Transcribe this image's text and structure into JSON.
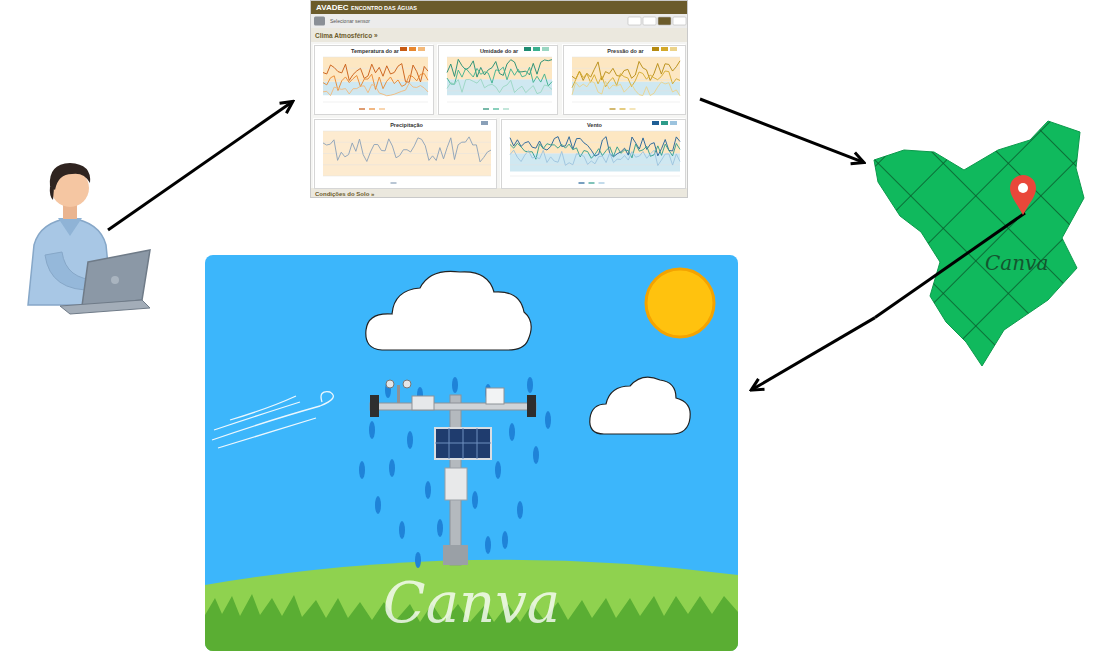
{
  "diagram": {
    "nodes": [
      {
        "text": [
          "AVADEC",
          "ENCONTRO DAS ÁGUAS",
          "Selecionar sensor",
          "Clima Atmosférico »",
          "Condições do Solo »"
        ]
      },
      {
        "text": [
          "Temperatura do ar"
        ],
        "in": 0
      },
      {
        "text": [
          "Umidade do ar"
        ],
        "in": 0
      },
      {
        "text": [
          "Pressão do ar"
        ],
        "in": 0
      },
      {
        "text": [
          "Precipitação"
        ],
        "in": 0
      },
      {
        "text": [
          "Vento"
        ],
        "in": 0
      },
      {
        "text": [
          "Canva"
        ]
      },
      {
        "text": [
          "Canva"
        ]
      }
    ],
    "edges": [
      {
        "from": 0,
        "to": 6,
        "arrow": "to"
      },
      {
        "from": 6,
        "to": 7,
        "arrow": "to"
      }
    ]
  }
}
